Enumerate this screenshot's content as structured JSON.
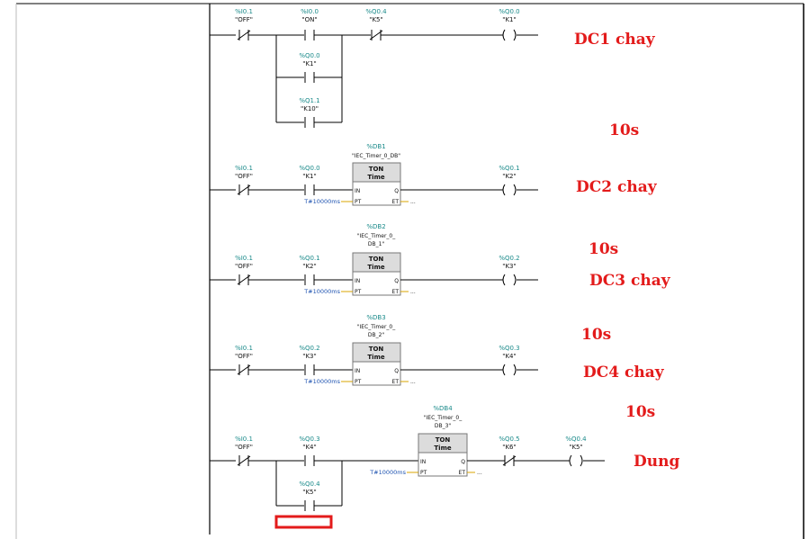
{
  "networks": [
    {
      "contacts": [
        {
          "addr": "%I0.1",
          "tag": "\"OFF\""
        },
        {
          "addr": "%I0.0",
          "tag": "\"ON\""
        },
        {
          "addr": "%Q0.4",
          "tag": "\"K5\""
        },
        {
          "addr": "%Q0.0",
          "tag": "\"K1\""
        },
        {
          "addr": "%Q1.1",
          "tag": "\"K10\""
        }
      ],
      "coil": {
        "addr": "%Q0.0",
        "tag": "\"K1\""
      }
    },
    {
      "contacts": [
        {
          "addr": "%I0.1",
          "tag": "\"OFF\""
        },
        {
          "addr": "%Q0.0",
          "tag": "\"K1\""
        }
      ],
      "timer": {
        "db": "%DB1",
        "name_lines": [
          "\"IEC_Timer_0_DB\""
        ],
        "type": "TON",
        "sub": "Time",
        "in": "IN",
        "q": "Q",
        "pt_label": "PT",
        "et": "ET",
        "pt_value": "T#10000ms",
        "et_value": "..."
      },
      "coil": {
        "addr": "%Q0.1",
        "tag": "\"K2\""
      }
    },
    {
      "contacts": [
        {
          "addr": "%I0.1",
          "tag": "\"OFF\""
        },
        {
          "addr": "%Q0.1",
          "tag": "\"K2\""
        }
      ],
      "timer": {
        "db": "%DB2",
        "name_lines": [
          "\"IEC_Timer_0_",
          "DB_1\""
        ],
        "type": "TON",
        "sub": "Time",
        "in": "IN",
        "q": "Q",
        "pt_label": "PT",
        "et": "ET",
        "pt_value": "T#10000ms",
        "et_value": "..."
      },
      "coil": {
        "addr": "%Q0.2",
        "tag": "\"K3\""
      }
    },
    {
      "contacts": [
        {
          "addr": "%I0.1",
          "tag": "\"OFF\""
        },
        {
          "addr": "%Q0.2",
          "tag": "\"K3\""
        }
      ],
      "timer": {
        "db": "%DB3",
        "name_lines": [
          "\"IEC_Timer_0_",
          "DB_2\""
        ],
        "type": "TON",
        "sub": "Time",
        "in": "IN",
        "q": "Q",
        "pt_label": "PT",
        "et": "ET",
        "pt_value": "T#10000ms",
        "et_value": "..."
      },
      "coil": {
        "addr": "%Q0.3",
        "tag": "\"K4\""
      }
    },
    {
      "contacts": [
        {
          "addr": "%I0.1",
          "tag": "\"OFF\""
        },
        {
          "addr": "%Q0.3",
          "tag": "\"K4\""
        },
        {
          "addr": "%Q0.4",
          "tag": "\"K5\""
        },
        {
          "addr": "%Q0.5",
          "tag": "\"K6\""
        }
      ],
      "timer": {
        "db": "%DB4",
        "name_lines": [
          "\"IEC_Timer_0_",
          "DB_3\""
        ],
        "type": "TON",
        "sub": "Time",
        "in": "IN",
        "q": "Q",
        "pt_label": "PT",
        "et": "ET",
        "pt_value": "T#10000ms",
        "et_value": "..."
      },
      "coil": {
        "addr": "%Q0.4",
        "tag": "\"K5\""
      }
    }
  ],
  "annotations": {
    "dc1": "DC1 chay",
    "t1": "10s",
    "dc2": "DC2 chay",
    "t2": "10s",
    "dc3": "DC3 chay",
    "t3": "10s",
    "dc4": "DC4 chay",
    "t4": "10s",
    "stop": "Dung"
  },
  "colors": {
    "address": "#1a8a8a",
    "pt_value": "#1d52b0",
    "annotation": "#e31b1b",
    "timer_box": "#dcdcdc",
    "highlight": "#e31b1b"
  }
}
